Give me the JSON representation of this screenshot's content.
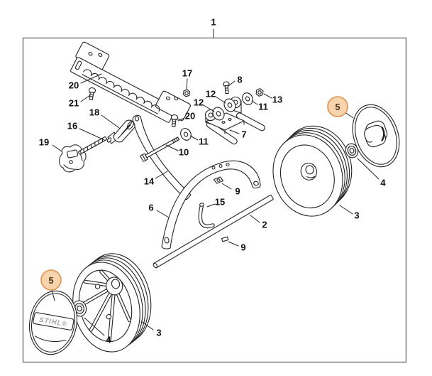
{
  "diagram": {
    "hubcap_logo": "STIHL®",
    "colors": {
      "badge_fill": "#F7D4AC",
      "badge_border": "#DE9150",
      "line": "#222222",
      "frame": "#7F7F7F",
      "logo_gray": "#A3A3A3"
    }
  },
  "callouts": [
    {
      "label": "1"
    },
    {
      "label": "20"
    },
    {
      "label": "21"
    },
    {
      "label": "18"
    },
    {
      "label": "16"
    },
    {
      "label": "19"
    },
    {
      "label": "17"
    },
    {
      "label": "8"
    },
    {
      "label": "12"
    },
    {
      "label": "12"
    },
    {
      "label": "13"
    },
    {
      "label": "11"
    },
    {
      "label": "20"
    },
    {
      "label": "11"
    },
    {
      "label": "10"
    },
    {
      "label": "7"
    },
    {
      "label": "14"
    },
    {
      "label": "6"
    },
    {
      "label": "9"
    },
    {
      "label": "15"
    },
    {
      "label": "2"
    },
    {
      "label": "9"
    },
    {
      "label": "5"
    },
    {
      "label": "4"
    },
    {
      "label": "3"
    },
    {
      "label": "5"
    },
    {
      "label": "4"
    },
    {
      "label": "3"
    }
  ]
}
